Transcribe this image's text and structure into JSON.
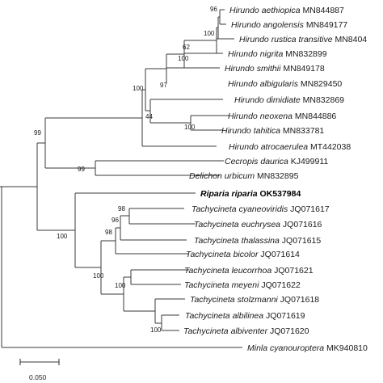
{
  "tree": {
    "taxa": [
      {
        "genus": "Hirundo",
        "species": "aethiopica",
        "accession": "MN844887",
        "bold": false
      },
      {
        "genus": "Hirundo",
        "species": "angolensis",
        "accession": "MN849177",
        "bold": false
      },
      {
        "genus": "Hirundo",
        "species": "rustica transitive",
        "accession": "MN8404",
        "bold": false
      },
      {
        "genus": "Hirundo",
        "species": "nigrita",
        "accession": "MN832899",
        "bold": false
      },
      {
        "genus": "Hirundo",
        "species": "smithii",
        "accession": "MN849178",
        "bold": false
      },
      {
        "genus": "Hirundo",
        "species": "albigularis",
        "accession": "MN829450",
        "bold": false
      },
      {
        "genus": "Hirundo",
        "species": "dimidiate",
        "accession": "MN832869",
        "bold": false
      },
      {
        "genus": "Hirundo",
        "species": "neoxena",
        "accession": "MN844886",
        "bold": false
      },
      {
        "genus": "Hirundo",
        "species": "tahitica",
        "accession": "MN833781",
        "bold": false
      },
      {
        "genus": "Hirundo",
        "species": "atrocaerulea",
        "accession": "MT442038",
        "bold": false
      },
      {
        "genus": "Cecropis",
        "species": "daurica",
        "accession": "KJ499911",
        "bold": false
      },
      {
        "genus": "Delichon",
        "species": "urbicum",
        "accession": "MN832895",
        "bold": false
      },
      {
        "genus": "Riparia",
        "species": "riparia",
        "accession": "OK537984",
        "bold": true
      },
      {
        "genus": "Tachycineta",
        "species": "cyaneoviridis",
        "accession": "JQ071617",
        "bold": false
      },
      {
        "genus": "Tachycineta",
        "species": "euchrysea",
        "accession": "JQ071616",
        "bold": false
      },
      {
        "genus": "Tachycineta",
        "species": "thalassina",
        "accession": "JQ071615",
        "bold": false
      },
      {
        "genus": "Tachycineta",
        "species": "bicolor",
        "accession": "JQ071614",
        "bold": false
      },
      {
        "genus": "Tachycineta",
        "species": "leucorrhoa",
        "accession": "JQ071621",
        "bold": false
      },
      {
        "genus": "Tachycineta",
        "species": "meyeni",
        "accession": "JQ071622",
        "bold": false
      },
      {
        "genus": "Tachycineta",
        "species": "stolzmanni",
        "accession": "JQ071618",
        "bold": false
      },
      {
        "genus": "Tachycineta",
        "species": "albilinea",
        "accession": "JQ071619",
        "bold": false
      },
      {
        "genus": "Tachycineta",
        "species": "albiventer",
        "accession": "JQ071620",
        "bold": false
      },
      {
        "genus": "Minla",
        "species": "cyanouroptera",
        "accession": "MK940810",
        "bold": false
      }
    ],
    "bootstrap": [
      "96",
      "100",
      "62",
      "100",
      "97",
      "44",
      "100",
      "100",
      "99",
      "99",
      "98",
      "96",
      "98",
      "100",
      "100",
      "100",
      "100"
    ],
    "scale_bar": {
      "label": "0.050",
      "length_units": 0.05
    }
  }
}
